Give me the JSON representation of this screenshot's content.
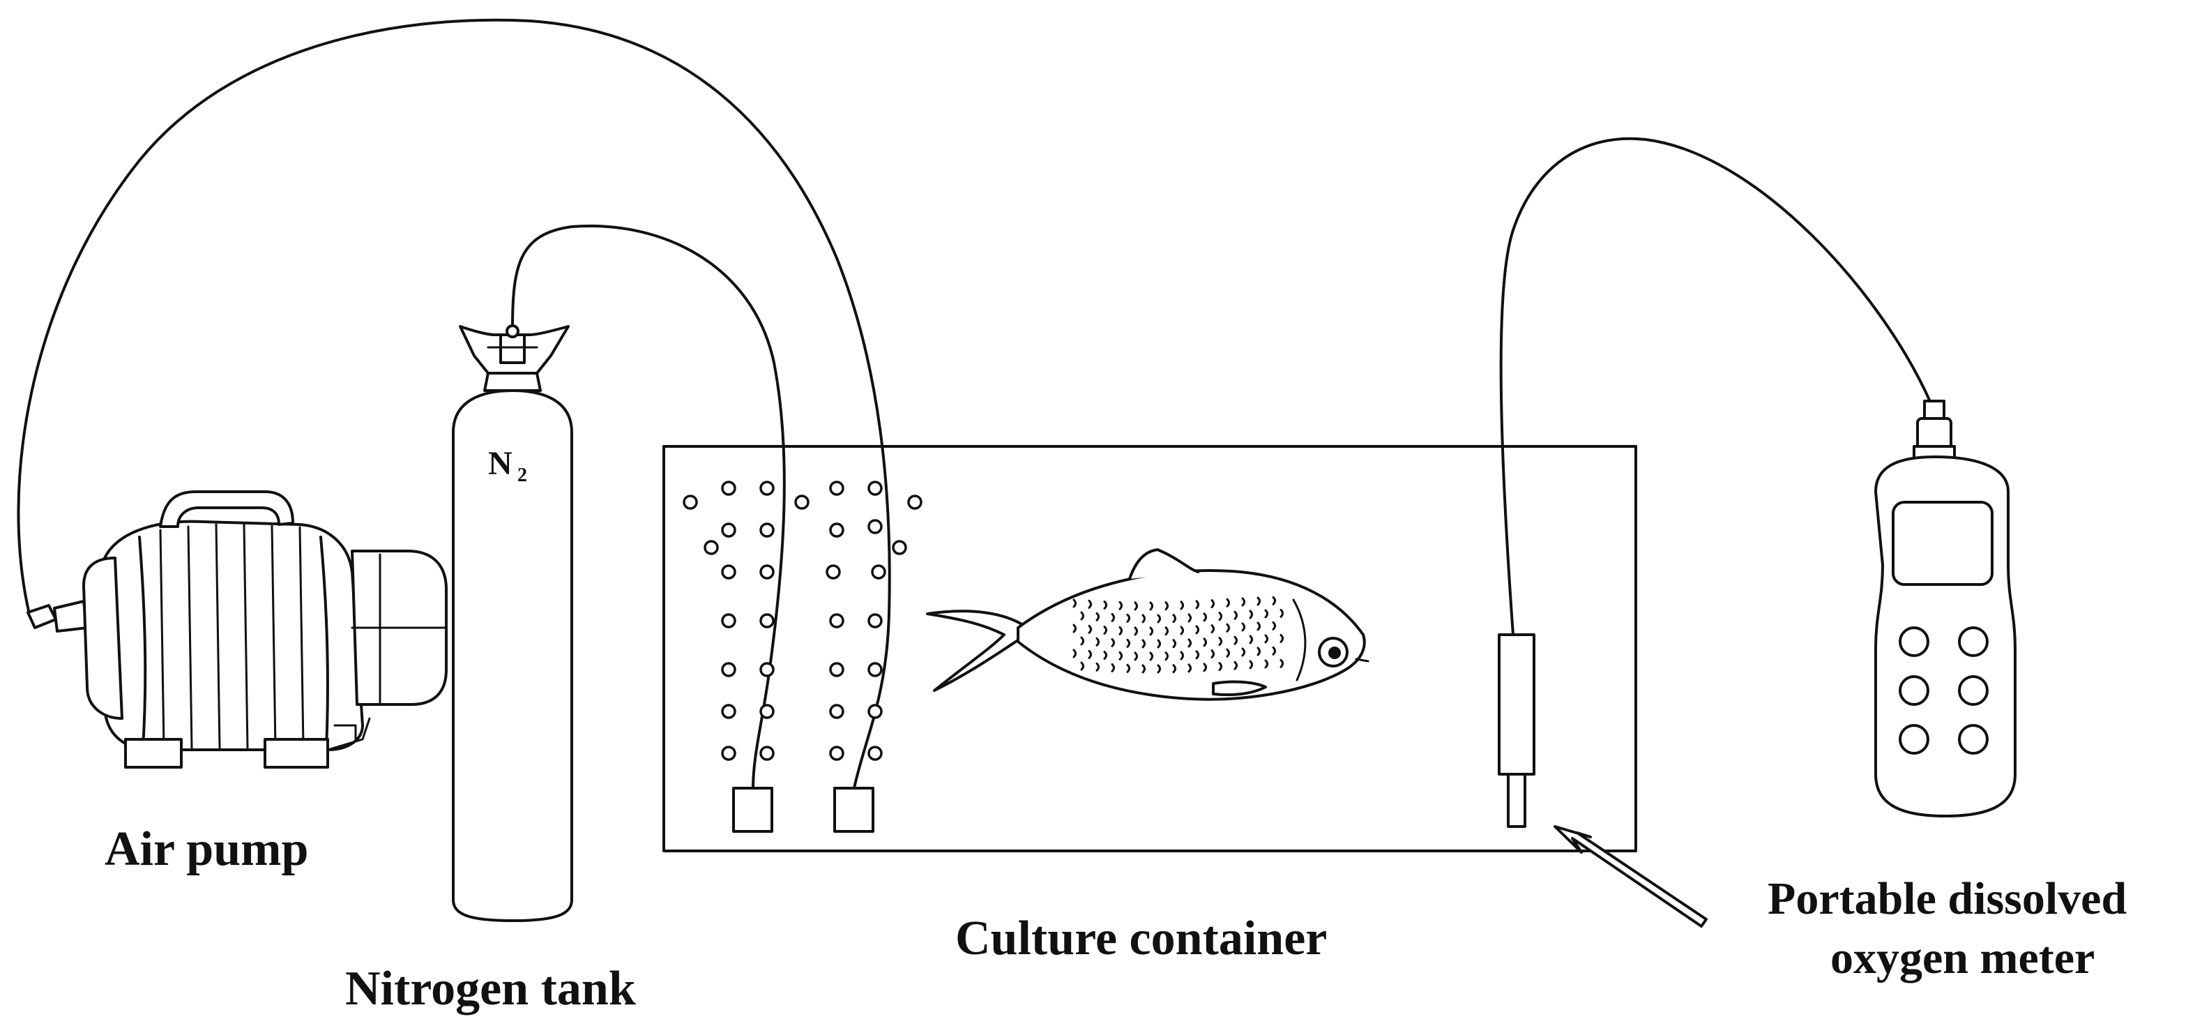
{
  "labels": {
    "air_pump": "Air pump",
    "nitrogen_tank": "Nitrogen tank",
    "nitrogen_symbol": "N",
    "nitrogen_subscript": "2",
    "culture_container": "Culture container",
    "meter_line1": "Portable dissolved",
    "meter_line2": "oxygen meter"
  },
  "colors": {
    "ink": "#111111",
    "background": "#ffffff"
  }
}
